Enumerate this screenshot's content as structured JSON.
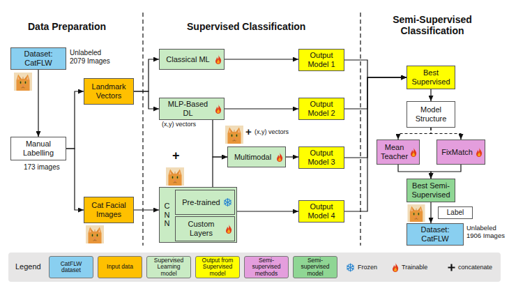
{
  "diagram": {
    "nodes": [
      {
        "text": [
          "Dataset: CatFLW"
        ]
      },
      {
        "text": [
          "Manual Labelling"
        ]
      },
      {
        "text": [
          "Landmark Vectors"
        ]
      },
      {
        "text": [
          "Cat Facial Images"
        ]
      },
      {
        "text": [
          "Classical ML"
        ]
      },
      {
        "text": [
          "MLP-Based DL"
        ]
      },
      {
        "text": [
          "Multimodal"
        ]
      },
      {
        "text": [
          "C N N"
        ]
      },
      {
        "text": [
          "Pre-trained"
        ],
        "in": 7
      },
      {
        "text": [
          "Custom Layers"
        ],
        "in": 7
      },
      {
        "text": [
          "Output Model 1"
        ]
      },
      {
        "text": [
          "Output Model 2"
        ]
      },
      {
        "text": [
          "Output Model 3"
        ]
      },
      {
        "text": [
          "Output Model 4"
        ]
      },
      {
        "text": [
          "Best Supervised"
        ]
      },
      {
        "text": [
          "Model Structure"
        ]
      },
      {
        "text": [
          "Mean Teacher"
        ]
      },
      {
        "text": [
          "FixMatch"
        ]
      },
      {
        "text": [
          "Best Semi-Supervised"
        ]
      },
      {
        "text": [
          "Label"
        ]
      },
      {
        "text": [
          "Dataset: CatFLW"
        ]
      }
    ],
    "edges": [
      {
        "from": 0,
        "to": 1,
        "arrow": "to"
      },
      {
        "from": 1,
        "to": 2,
        "arrow": "to"
      },
      {
        "from": 1,
        "to": 3,
        "arrow": "to"
      },
      {
        "from": 2,
        "to": 4,
        "arrow": "to"
      },
      {
        "from": 2,
        "to": 5,
        "arrow": "to"
      },
      {
        "from": 4,
        "to": 10,
        "arrow": "to"
      },
      {
        "from": 5,
        "to": 11,
        "arrow": "to"
      },
      {
        "from": 6,
        "to": 12,
        "arrow": "to"
      },
      {
        "from": 7,
        "to": 13,
        "arrow": "to"
      },
      {
        "from": 5,
        "to": 6,
        "arrow": "to"
      },
      {
        "from": 7,
        "to": 6,
        "arrow": "to"
      },
      {
        "from": 3,
        "to": 7,
        "arrow": "to"
      },
      {
        "from": 10,
        "to": 14,
        "arrow": "to"
      },
      {
        "from": 11,
        "to": 14,
        "arrow": "to"
      },
      {
        "from": 12,
        "to": 14,
        "arrow": "to"
      },
      {
        "from": 13,
        "to": 14,
        "arrow": "to"
      },
      {
        "from": 14,
        "to": 15,
        "arrow": "to"
      },
      {
        "from": 15,
        "to": 16,
        "arrow": "to"
      },
      {
        "from": 15,
        "to": 17,
        "arrow": "to"
      },
      {
        "from": 16,
        "to": 18,
        "arrow": "to"
      },
      {
        "from": 17,
        "to": 18,
        "arrow": "to"
      },
      {
        "from": 18,
        "to": 20,
        "arrow": "to"
      }
    ],
    "labels": [
      "Data Preparation",
      "Supervised Classification",
      "Semi-Supervised Classification",
      "Unlabeled 2079 Images",
      "173 images",
      "(x,y) vectors",
      "+",
      "+",
      "(x,y) vectors",
      "Unlabeled 1906 Images",
      "Legend"
    ],
    "legend": [
      {
        "text": "CatFLW dataset",
        "color": "#89CFF0"
      },
      {
        "text": "Input data",
        "color": "#FFC000"
      },
      {
        "text": "Supervised Learning model",
        "color": "#C9EBC4"
      },
      {
        "text": "Output from Supervised model",
        "color": "#FFFF00"
      },
      {
        "text": "Semi-supervised methods",
        "color": "#E49EDD"
      },
      {
        "text": "Semi-supervised model",
        "color": "#8FD694"
      },
      {
        "text": "Frozen"
      },
      {
        "text": "Trainable"
      },
      {
        "text": "concatenate"
      }
    ]
  }
}
